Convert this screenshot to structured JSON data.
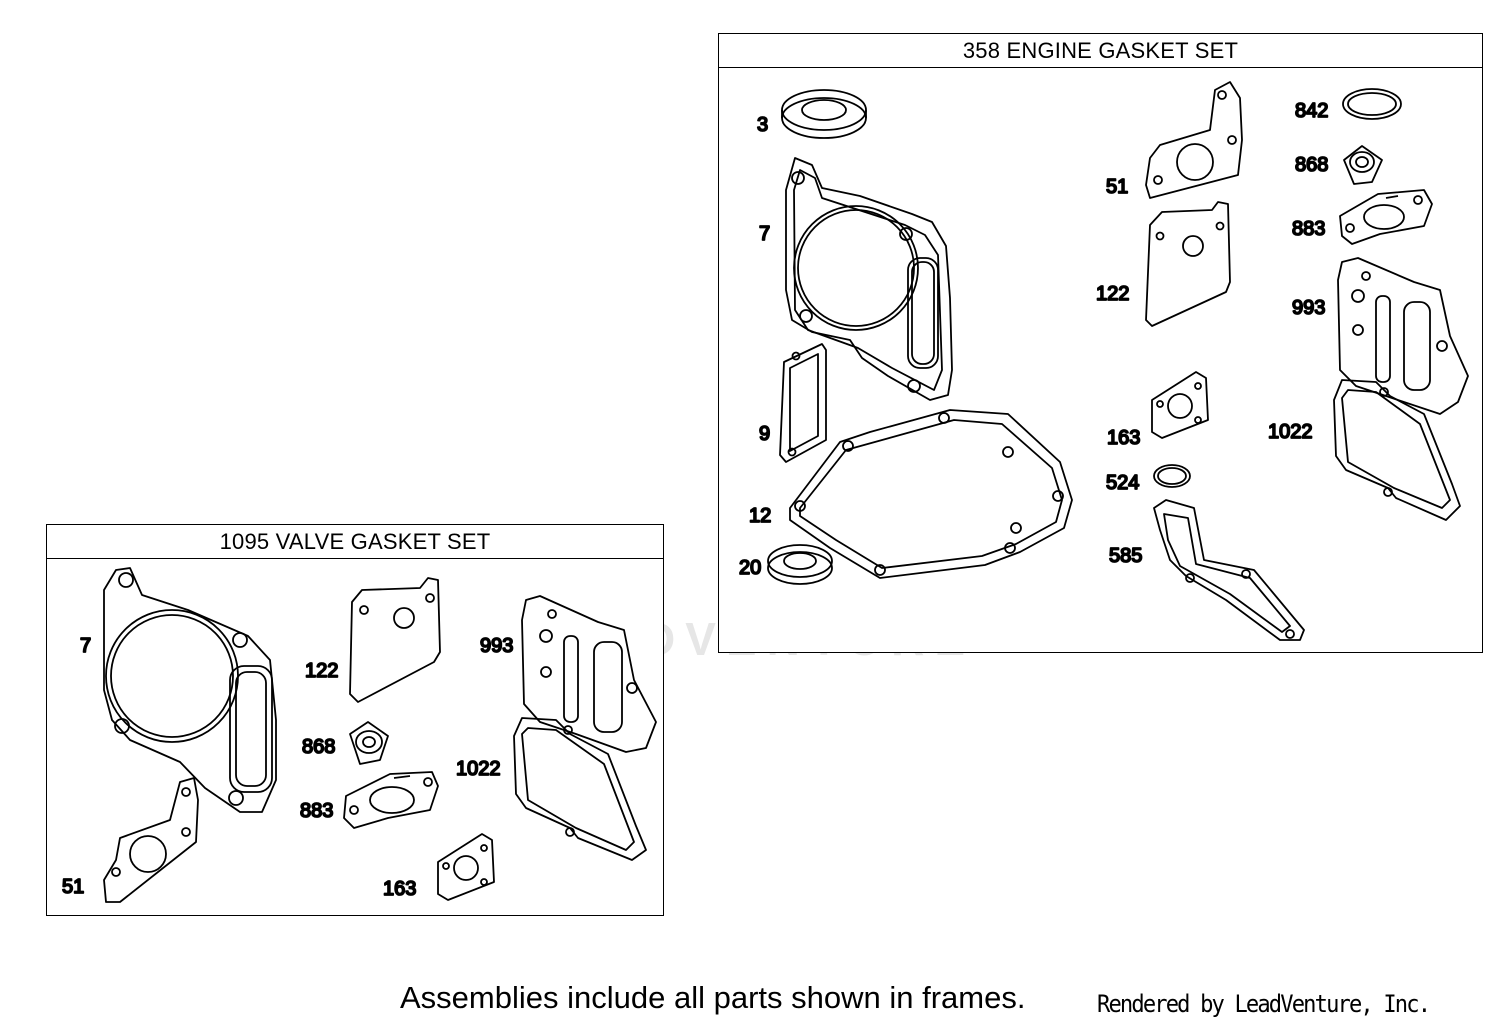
{
  "frames": {
    "engine": {
      "title": "358 ENGINE GASKET SET",
      "callouts": [
        "3",
        "7",
        "9",
        "12",
        "20",
        "51",
        "122",
        "163",
        "524",
        "585",
        "842",
        "868",
        "883",
        "993",
        "1022"
      ]
    },
    "valve": {
      "title": "1095 VALVE GASKET SET",
      "callouts": [
        "7",
        "51",
        "122",
        "163",
        "868",
        "883",
        "993",
        "1022"
      ]
    }
  },
  "watermark": "LEADVENTURE",
  "footer": {
    "note": "Assemblies include all parts shown in frames.",
    "credit": "Rendered by LeadVenture, Inc."
  }
}
